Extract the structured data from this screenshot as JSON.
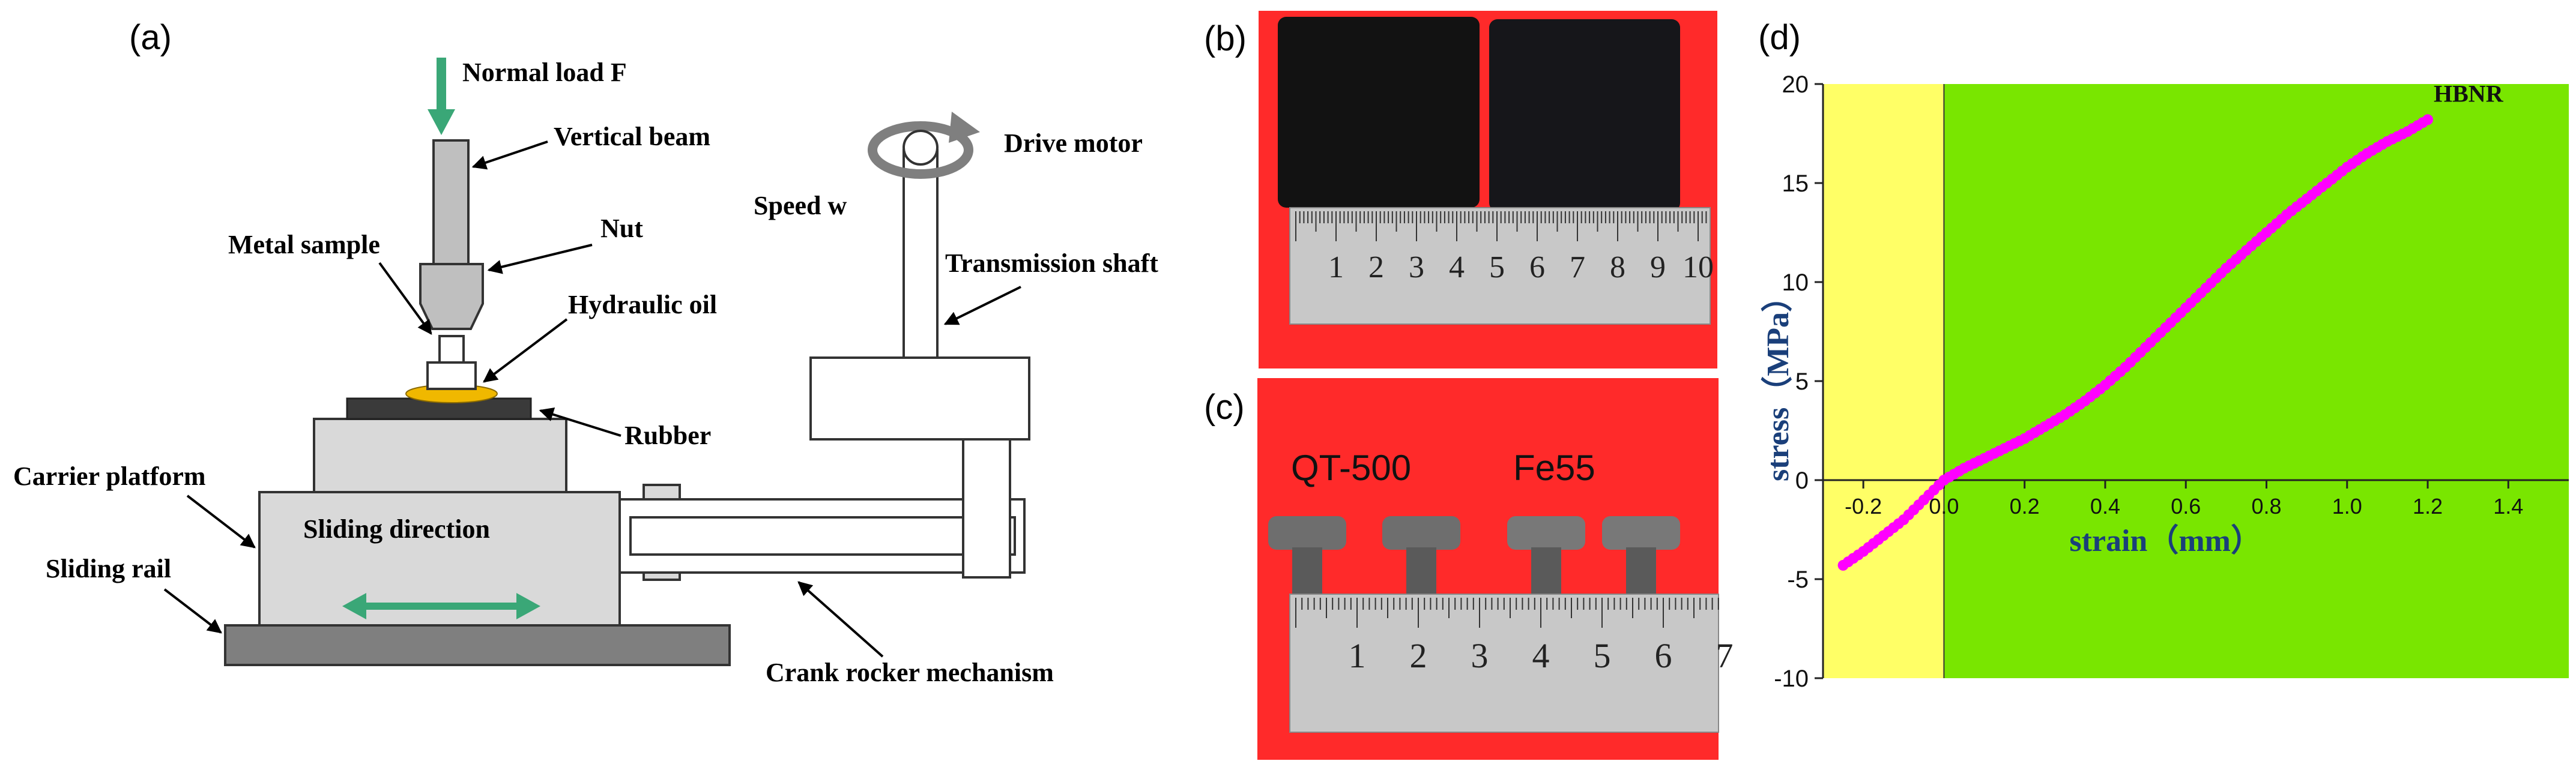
{
  "panels": {
    "a": {
      "letter": "(a)",
      "labels": {
        "normal_load": "Normal load F",
        "vertical_beam": "Vertical beam",
        "nut": "Nut",
        "metal_sample": "Metal sample",
        "hydraulic_oil": "Hydraulic oil",
        "rubber": "Rubber",
        "carrier_platform": "Carrier platform",
        "sliding_direction": "Sliding direction",
        "sliding_rail": "Sliding rail",
        "speed": "Speed w",
        "drive_motor": "Drive motor",
        "transmission_shaft": "Transmission shaft",
        "crank_rocker": "Crank rocker mechanism"
      },
      "colors": {
        "arrow_green": "#3aa777",
        "oil_yellow": "#f0b800",
        "rubber_dark": "#3a3a3a",
        "part_gray": "#d9d9d9",
        "rail_gray": "#7f7f7f"
      }
    },
    "b": {
      "letter": "(b)",
      "ruler_numbers": [
        "1",
        "2",
        "3",
        "4",
        "5",
        "6",
        "7",
        "8",
        "9",
        "10"
      ],
      "colors": {
        "background": "#ff2a2a",
        "sample": "#121212",
        "ruler": "#c8c8c8"
      }
    },
    "c": {
      "letter": "(c)",
      "sample_labels": [
        "QT-500",
        "Fe55"
      ],
      "ruler_numbers": [
        "1",
        "2",
        "3",
        "4",
        "5",
        "6",
        "7"
      ],
      "colors": {
        "background": "#ff2a2a",
        "pin": "#6e6e6e",
        "ruler": "#c8c8c8"
      }
    },
    "d": {
      "letter": "(d)"
    }
  },
  "chart_data": {
    "type": "scatter",
    "xlabel": "strain（mm）",
    "ylabel": "stress（MPa）",
    "series_label": "HBNR",
    "xlim": [
      -0.3,
      1.55
    ],
    "ylim": [
      -10,
      20
    ],
    "x_ticks": [
      -0.2,
      0.0,
      0.2,
      0.4,
      0.6,
      0.8,
      1.0,
      1.2,
      1.4
    ],
    "x_tick_labels": [
      "-0.2",
      "0.0",
      "0.2",
      "0.4",
      "0.6",
      "0.8",
      "1.0",
      "1.2",
      "1.4"
    ],
    "y_ticks": [
      -10,
      -5,
      0,
      5,
      10,
      15,
      20
    ],
    "y_tick_labels": [
      "-10",
      "-5",
      "0",
      "5",
      "10",
      "15",
      "20"
    ],
    "regions": [
      {
        "x_range": [
          -0.3,
          0.0
        ],
        "color": "#ffff66"
      },
      {
        "x_range": [
          0.0,
          1.55
        ],
        "color": "#79e600"
      }
    ],
    "series": [
      {
        "name": "HBNR",
        "color": "#ff00ff",
        "x": [
          -0.25,
          -0.2,
          -0.15,
          -0.1,
          -0.05,
          0.0,
          0.05,
          0.1,
          0.15,
          0.2,
          0.25,
          0.3,
          0.35,
          0.4,
          0.45,
          0.5,
          0.55,
          0.6,
          0.65,
          0.7,
          0.75,
          0.8,
          0.85,
          0.9,
          0.95,
          1.0,
          1.05,
          1.1,
          1.15,
          1.2
        ],
        "y": [
          -4.3,
          -3.6,
          -2.8,
          -2.0,
          -1.0,
          0.0,
          0.6,
          1.1,
          1.6,
          2.1,
          2.7,
          3.3,
          4.0,
          4.8,
          5.7,
          6.7,
          7.7,
          8.7,
          9.7,
          10.7,
          11.6,
          12.5,
          13.4,
          14.2,
          15.0,
          15.8,
          16.5,
          17.1,
          17.6,
          18.2
        ]
      }
    ]
  }
}
